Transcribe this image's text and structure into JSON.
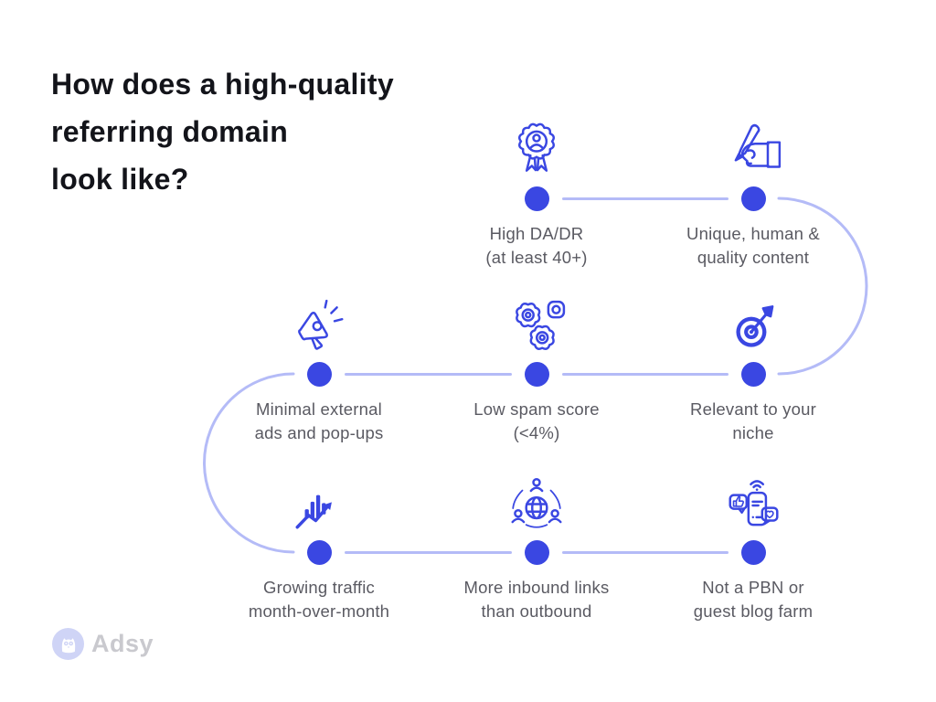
{
  "title": {
    "line1": "How does a high-quality",
    "line2": "referring domain",
    "line3": "look like?"
  },
  "items": [
    {
      "icon": "award-badge",
      "line1": "High DA/DR",
      "line2": "(at least 40+)"
    },
    {
      "icon": "writing-hand",
      "line1": "Unique, human &",
      "line2": "quality content"
    },
    {
      "icon": "megaphone",
      "line1": "Minimal external",
      "line2": "ads and pop-ups"
    },
    {
      "icon": "gears",
      "line1": "Low spam score",
      "line2": "(<4%)"
    },
    {
      "icon": "target",
      "line1": "Relevant to your",
      "line2": "niche"
    },
    {
      "icon": "growth-chart",
      "line1": "Growing traffic",
      "line2": "month-over-month"
    },
    {
      "icon": "globe-network",
      "line1": "More inbound links",
      "line2": "than outbound"
    },
    {
      "icon": "social-phone",
      "line1": "Not a PBN or",
      "line2": "guest blog farm"
    }
  ],
  "logo": {
    "text": "Adsy"
  },
  "colors": {
    "accent": "#3a47e2",
    "connector": "#b4bbf7",
    "label_text": "#5a5a62",
    "title_text": "#13141a",
    "logo_circle": "#cfd4f6",
    "logo_text": "#c9c9ce",
    "background": "#ffffff"
  }
}
